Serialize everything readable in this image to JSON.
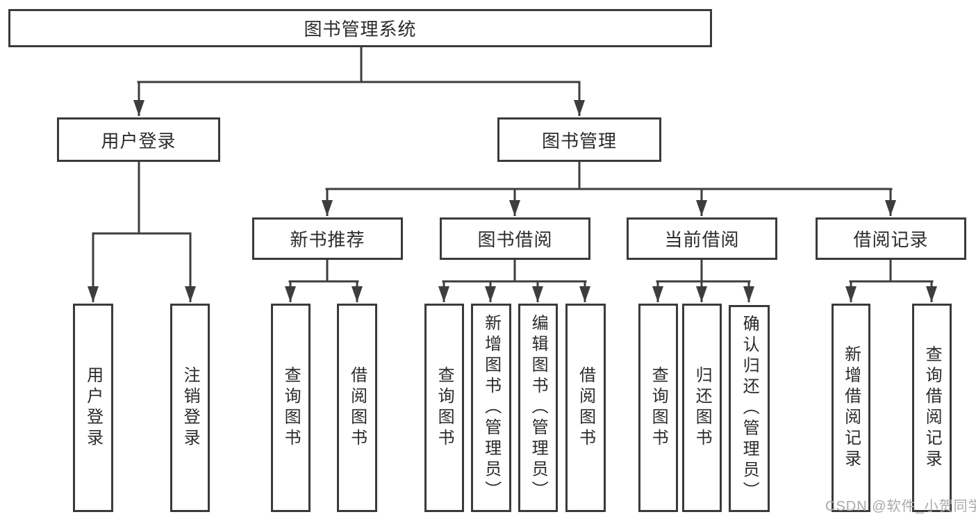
{
  "diagram": {
    "root": "图书管理系统",
    "branches": [
      {
        "label": "用户登录",
        "children": [
          "用户登录",
          "注销登录"
        ]
      },
      {
        "label": "图书管理",
        "sections": [
          {
            "label": "新书推荐",
            "children": [
              "查询图书",
              "借阅图书"
            ]
          },
          {
            "label": "图书借阅",
            "children": [
              "查询图书",
              "新增图书（管理员）",
              "编辑图书（管理员）",
              "借阅图书"
            ]
          },
          {
            "label": "当前借阅",
            "children": [
              "查询图书",
              "归还图书",
              "确认归还（管理员）"
            ]
          },
          {
            "label": "借阅记录",
            "children": [
              "新增借阅记录",
              "查询借阅记录"
            ]
          }
        ]
      }
    ]
  },
  "watermark": "CSDN @软件_小贺同学",
  "colors": {
    "line": "#3d3d3d",
    "box_border": "#3a3a3a",
    "text": "#2b2b2b",
    "watermark": "#a9a9a9",
    "background": "#ffffff"
  }
}
